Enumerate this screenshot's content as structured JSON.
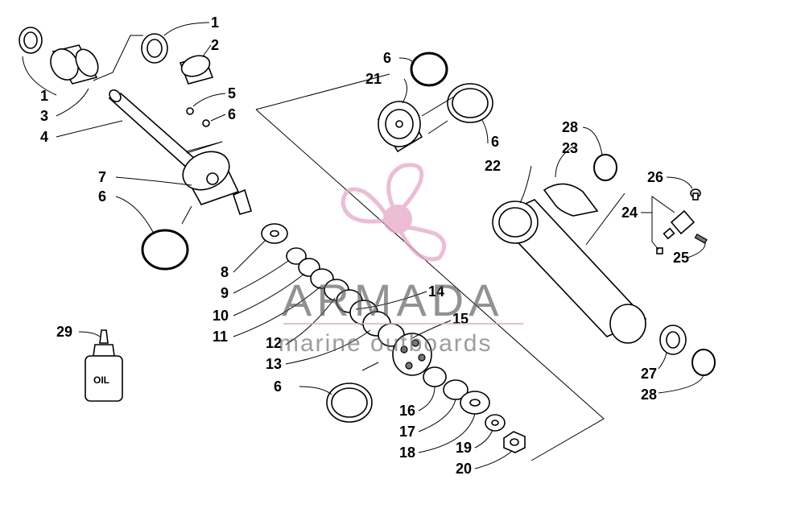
{
  "diagram": {
    "callouts": [
      {
        "id": "c1a",
        "label": "1"
      },
      {
        "id": "c1b",
        "label": "1"
      },
      {
        "id": "c2",
        "label": "2"
      },
      {
        "id": "c3",
        "label": "3"
      },
      {
        "id": "c4",
        "label": "4"
      },
      {
        "id": "c5",
        "label": "5"
      },
      {
        "id": "c6a",
        "label": "6"
      },
      {
        "id": "c6b",
        "label": "6"
      },
      {
        "id": "c6c",
        "label": "6"
      },
      {
        "id": "c6d",
        "label": "6"
      },
      {
        "id": "c6e",
        "label": "6"
      },
      {
        "id": "c7",
        "label": "7"
      },
      {
        "id": "c8",
        "label": "8"
      },
      {
        "id": "c9",
        "label": "9"
      },
      {
        "id": "c10",
        "label": "10"
      },
      {
        "id": "c11",
        "label": "11"
      },
      {
        "id": "c12",
        "label": "12"
      },
      {
        "id": "c13",
        "label": "13"
      },
      {
        "id": "c14",
        "label": "14"
      },
      {
        "id": "c15",
        "label": "15"
      },
      {
        "id": "c16",
        "label": "16"
      },
      {
        "id": "c17",
        "label": "17"
      },
      {
        "id": "c18",
        "label": "18"
      },
      {
        "id": "c19",
        "label": "19"
      },
      {
        "id": "c20",
        "label": "20"
      },
      {
        "id": "c21",
        "label": "21"
      },
      {
        "id": "c22",
        "label": "22"
      },
      {
        "id": "c23",
        "label": "23"
      },
      {
        "id": "c24",
        "label": "24"
      },
      {
        "id": "c25",
        "label": "25"
      },
      {
        "id": "c26",
        "label": "26"
      },
      {
        "id": "c27",
        "label": "27"
      },
      {
        "id": "c28a",
        "label": "28"
      },
      {
        "id": "c28b",
        "label": "28"
      },
      {
        "id": "c29",
        "label": "29"
      }
    ],
    "oil_label": "OIL"
  },
  "watermark": {
    "brand": "ARMADA",
    "tagline": "marine outboards",
    "logo": "propeller-logo",
    "color": "#e8a6c8"
  }
}
